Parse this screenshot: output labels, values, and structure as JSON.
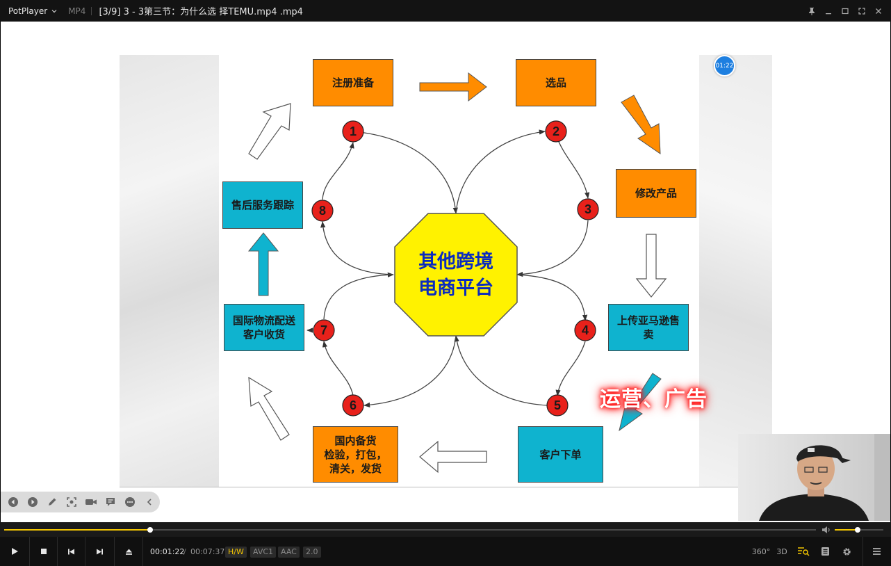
{
  "titlebar": {
    "app_name": "PotPlayer",
    "format": "MP4",
    "file_title": "[3/9] 3 - 3第三节：为什么选 择TEMU.mp4 .mp4"
  },
  "slide": {
    "center_line1": "其他跨境",
    "center_line2": "电商平台",
    "boxes": {
      "register": "注册准备",
      "select": "选品",
      "modify": "修改产品",
      "upload": "上传亚马逊售卖",
      "order": "客户下单",
      "domestic_stock": "国内备货",
      "domestic_inspect": "检验，打包，",
      "domestic_clear": "清关，发货",
      "logistics_line1": "国际物流配送",
      "logistics_line2": "客户收货",
      "after_sales": "售后服务跟踪"
    },
    "step_numbers": [
      "1",
      "2",
      "3",
      "4",
      "5",
      "6",
      "7",
      "8"
    ],
    "overlay_text": "运营、广告",
    "colors": {
      "orange": "#ff8c00",
      "teal": "#0fb3cf",
      "center": "#fff200",
      "center_text": "#0a2bbf",
      "step_circle": "#e8211b"
    }
  },
  "timestamp_bubble": "01:22",
  "playback": {
    "current_time": "00:01:22",
    "separator": "/",
    "total_time": "00:07:37",
    "progress_fraction": 0.1794,
    "volume_fraction": 0.47,
    "badges": {
      "hw": "H/W",
      "video_codec": "AVC1",
      "audio_codec": "AAC",
      "channels": "2.0"
    },
    "right_labels": {
      "vr": "360°",
      "stereo": "3D"
    }
  },
  "icons": {
    "titlebar": [
      "chevron-down-icon",
      "pin-icon",
      "minimize-icon",
      "maximize-icon",
      "fullscreen-icon",
      "close-icon"
    ],
    "side_tools": [
      "back-icon",
      "forward-icon",
      "pen-icon",
      "capture-icon",
      "video-record-icon",
      "chat-icon",
      "more-icon",
      "collapse-icon"
    ],
    "controls": [
      "play-icon",
      "stop-icon",
      "previous-icon",
      "next-icon",
      "eject-icon",
      "volume-icon",
      "playlist-search-icon",
      "playlist-icon",
      "settings-icon",
      "menu-icon"
    ]
  }
}
